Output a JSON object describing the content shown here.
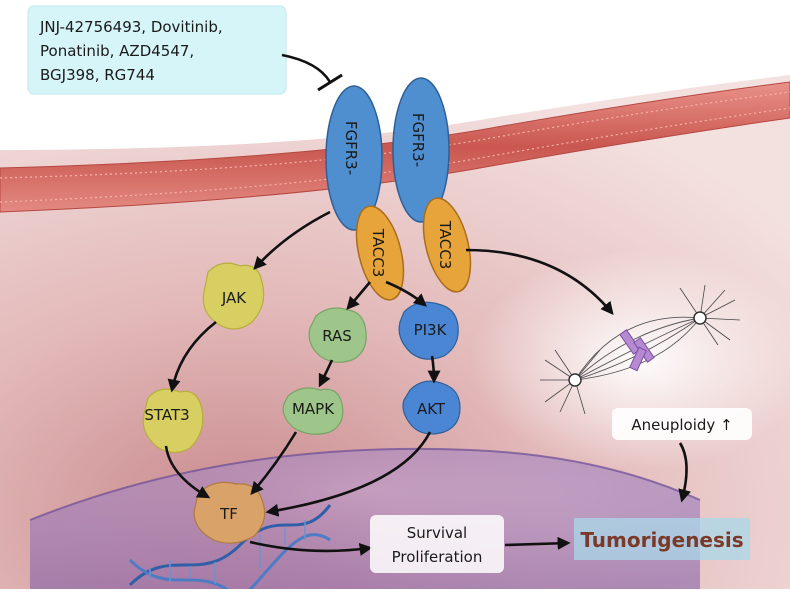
{
  "inhibitors": {
    "line1": "JNJ-42756493, Dovitinib,",
    "line2": "Ponatinib, AZD4547,",
    "line3": "BGJ398, RG744"
  },
  "receptor": {
    "fgfr3_label": "FGFR3-",
    "tacc3_label": "TACC3"
  },
  "pathway": {
    "jak": "JAK",
    "stat3": "STAT3",
    "ras": "RAS",
    "mapk": "MAPK",
    "pi3k": "PI3K",
    "akt": "AKT",
    "tf": "TF"
  },
  "outcomes": {
    "survival": "Survival",
    "proliferation": "Proliferation",
    "aneuploidy": "Aneuploidy ↑",
    "tumorigenesis": "Tumorigenesis"
  },
  "colors": {
    "membrane": "#d9706a",
    "fgfr3": "#4f8fd0",
    "tacc3": "#e7a43a",
    "jak_stat": "#d8cf62",
    "ras_mapk": "#9ec68a",
    "pi3k_akt": "#4b86d4",
    "tf": "#d9a268",
    "tumorigenesis_text": "#7a3a2a",
    "inhibitor_box": "#d6f5f9"
  }
}
